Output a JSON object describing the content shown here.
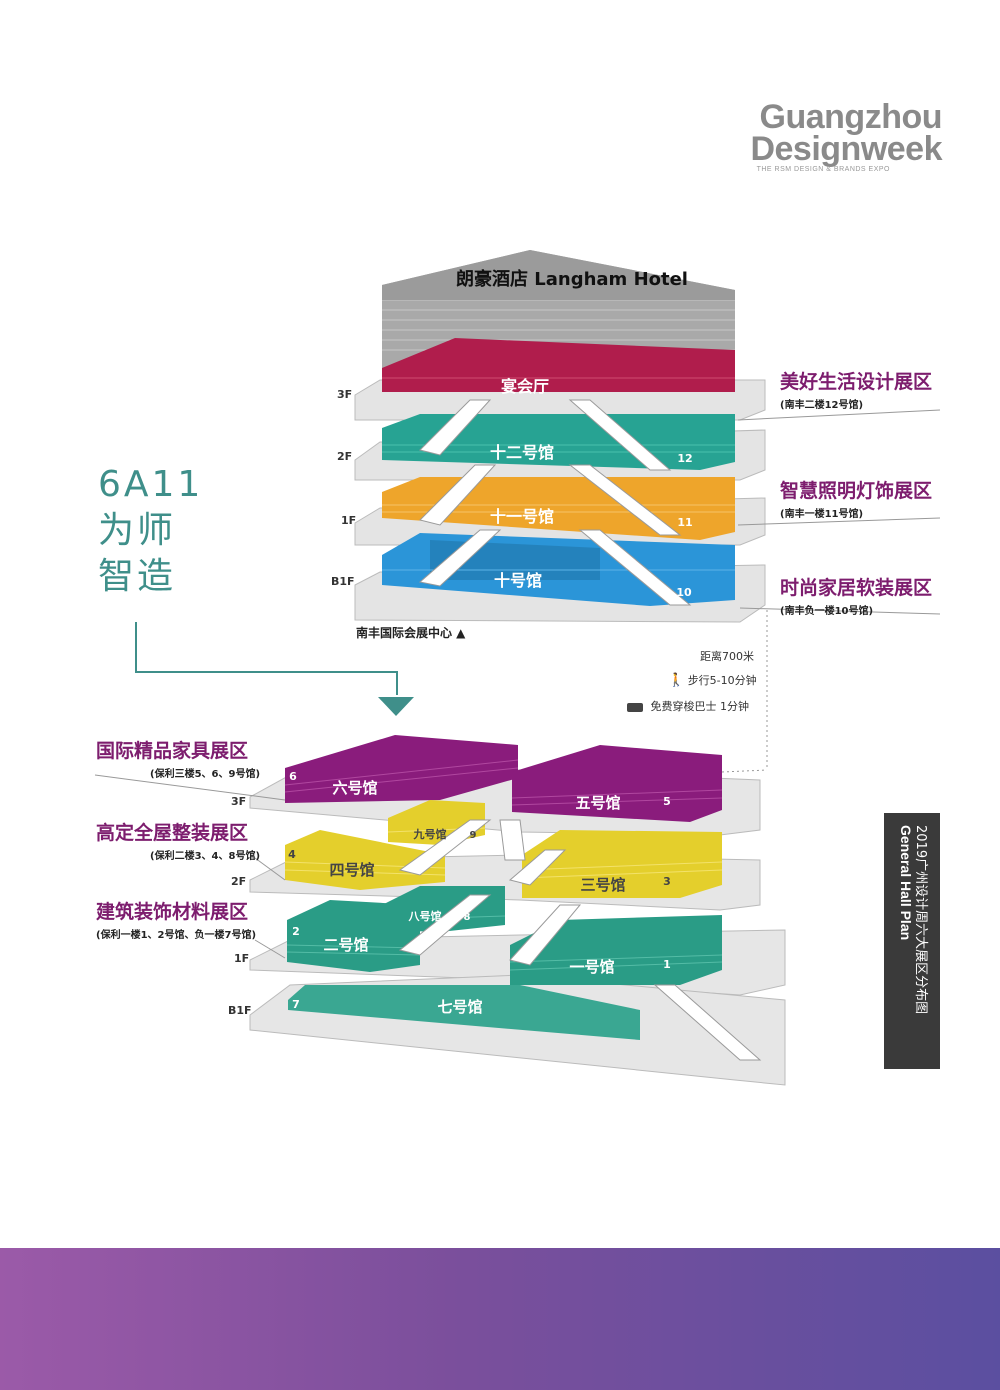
{
  "logo": {
    "line1": "Guangzhou",
    "line2": "Designweek",
    "line3": "THE RSM DESIGN & BRANDS EXPO"
  },
  "booth": {
    "code": "6A11",
    "line1": "为师",
    "line2": "智造"
  },
  "upper_building": {
    "hotel_label": "朗豪酒店 Langham Hotel",
    "floors": [
      "3F",
      "2F",
      "1F",
      "B1F"
    ],
    "halls": [
      {
        "label": "宴会厅",
        "num": ""
      },
      {
        "label": "十二号馆",
        "num": "12"
      },
      {
        "label": "十一号馆",
        "num": "11"
      },
      {
        "label": "十号馆",
        "num": "10"
      }
    ],
    "venue_label": "南丰国际会展中心 ▲"
  },
  "lower_building": {
    "floors": [
      "3F",
      "2F",
      "1F",
      "B1F"
    ],
    "halls": [
      {
        "label": "六号馆",
        "num": "6"
      },
      {
        "label": "五号馆",
        "num": "5"
      },
      {
        "label": "九号馆",
        "num": "9"
      },
      {
        "label": "四号馆",
        "num": "4"
      },
      {
        "label": "三号馆",
        "num": "3"
      },
      {
        "label": "八号馆",
        "num": "8"
      },
      {
        "label": "二号馆",
        "num": "2"
      },
      {
        "label": "一号馆",
        "num": "1"
      },
      {
        "label": "七号馆",
        "num": "7"
      }
    ]
  },
  "zones_right": [
    {
      "title": "美好生活设计展区",
      "sub": "(南丰二楼12号馆)"
    },
    {
      "title": "智慧照明灯饰展区",
      "sub": "(南丰一楼11号馆)"
    },
    {
      "title": "时尚家居软装展区",
      "sub": "(南丰负一楼10号馆)"
    }
  ],
  "zones_left": [
    {
      "title": "国际精品家具展区",
      "sub": "(保利三楼5、6、9号馆)"
    },
    {
      "title": "高定全屋整装展区",
      "sub": "(保利二楼3、4、8号馆)"
    },
    {
      "title": "建筑装饰材料展区",
      "sub": "(保利一楼1、2号馆、负一楼7号馆)"
    }
  ],
  "distance": {
    "distance": "距离700米",
    "walk": "步行5-10分钟",
    "bus": "免费穿梭巴士 1分钟"
  },
  "side_label": {
    "english": "General Hall Plan",
    "chinese": "2019广州设计周六大展区分布图"
  },
  "colors": {
    "hotel": "#a9a9a9",
    "banquet": "#b01d4c",
    "hall12": "#27a393",
    "hall11": "#eea52b",
    "hall10": "#2b95d8",
    "purple": "#8a1c7c",
    "yellow": "#e4cf2c",
    "teal": "#2a9c86",
    "hall7": "#3aa792",
    "accent_teal": "#3f8f8a",
    "zone_title": "#7d1d6e"
  }
}
